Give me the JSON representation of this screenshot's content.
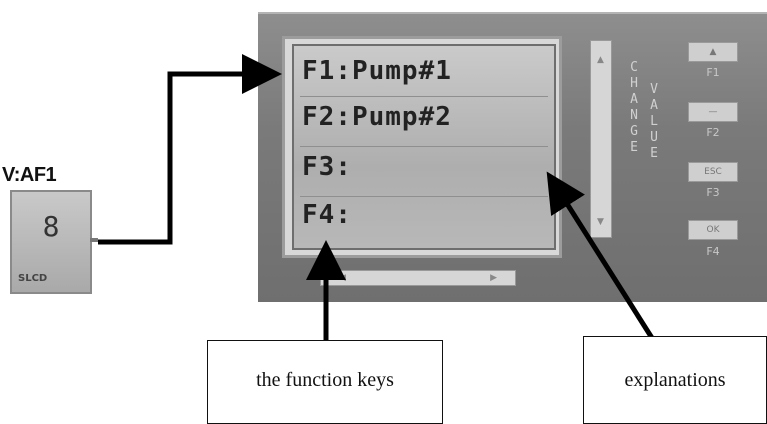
{
  "block": {
    "title": "V:AF1",
    "digit": "8",
    "label": "SLCD"
  },
  "screen": {
    "lines": [
      "F1:Pump#1",
      "F2:Pump#2",
      "F3:",
      "F4:"
    ]
  },
  "side": {
    "change": [
      "C",
      "H",
      "A",
      "N",
      "G",
      "E"
    ],
    "value": [
      "V",
      "A",
      "L",
      "U",
      "E"
    ]
  },
  "buttons": [
    {
      "face": "▲",
      "label": "F1"
    },
    {
      "face": "—",
      "label": "F2"
    },
    {
      "face": "ESC",
      "label": "F3"
    },
    {
      "face": "OK",
      "label": "F4"
    }
  ],
  "callouts": {
    "function_keys": "the function keys",
    "explanations": "explanations"
  }
}
